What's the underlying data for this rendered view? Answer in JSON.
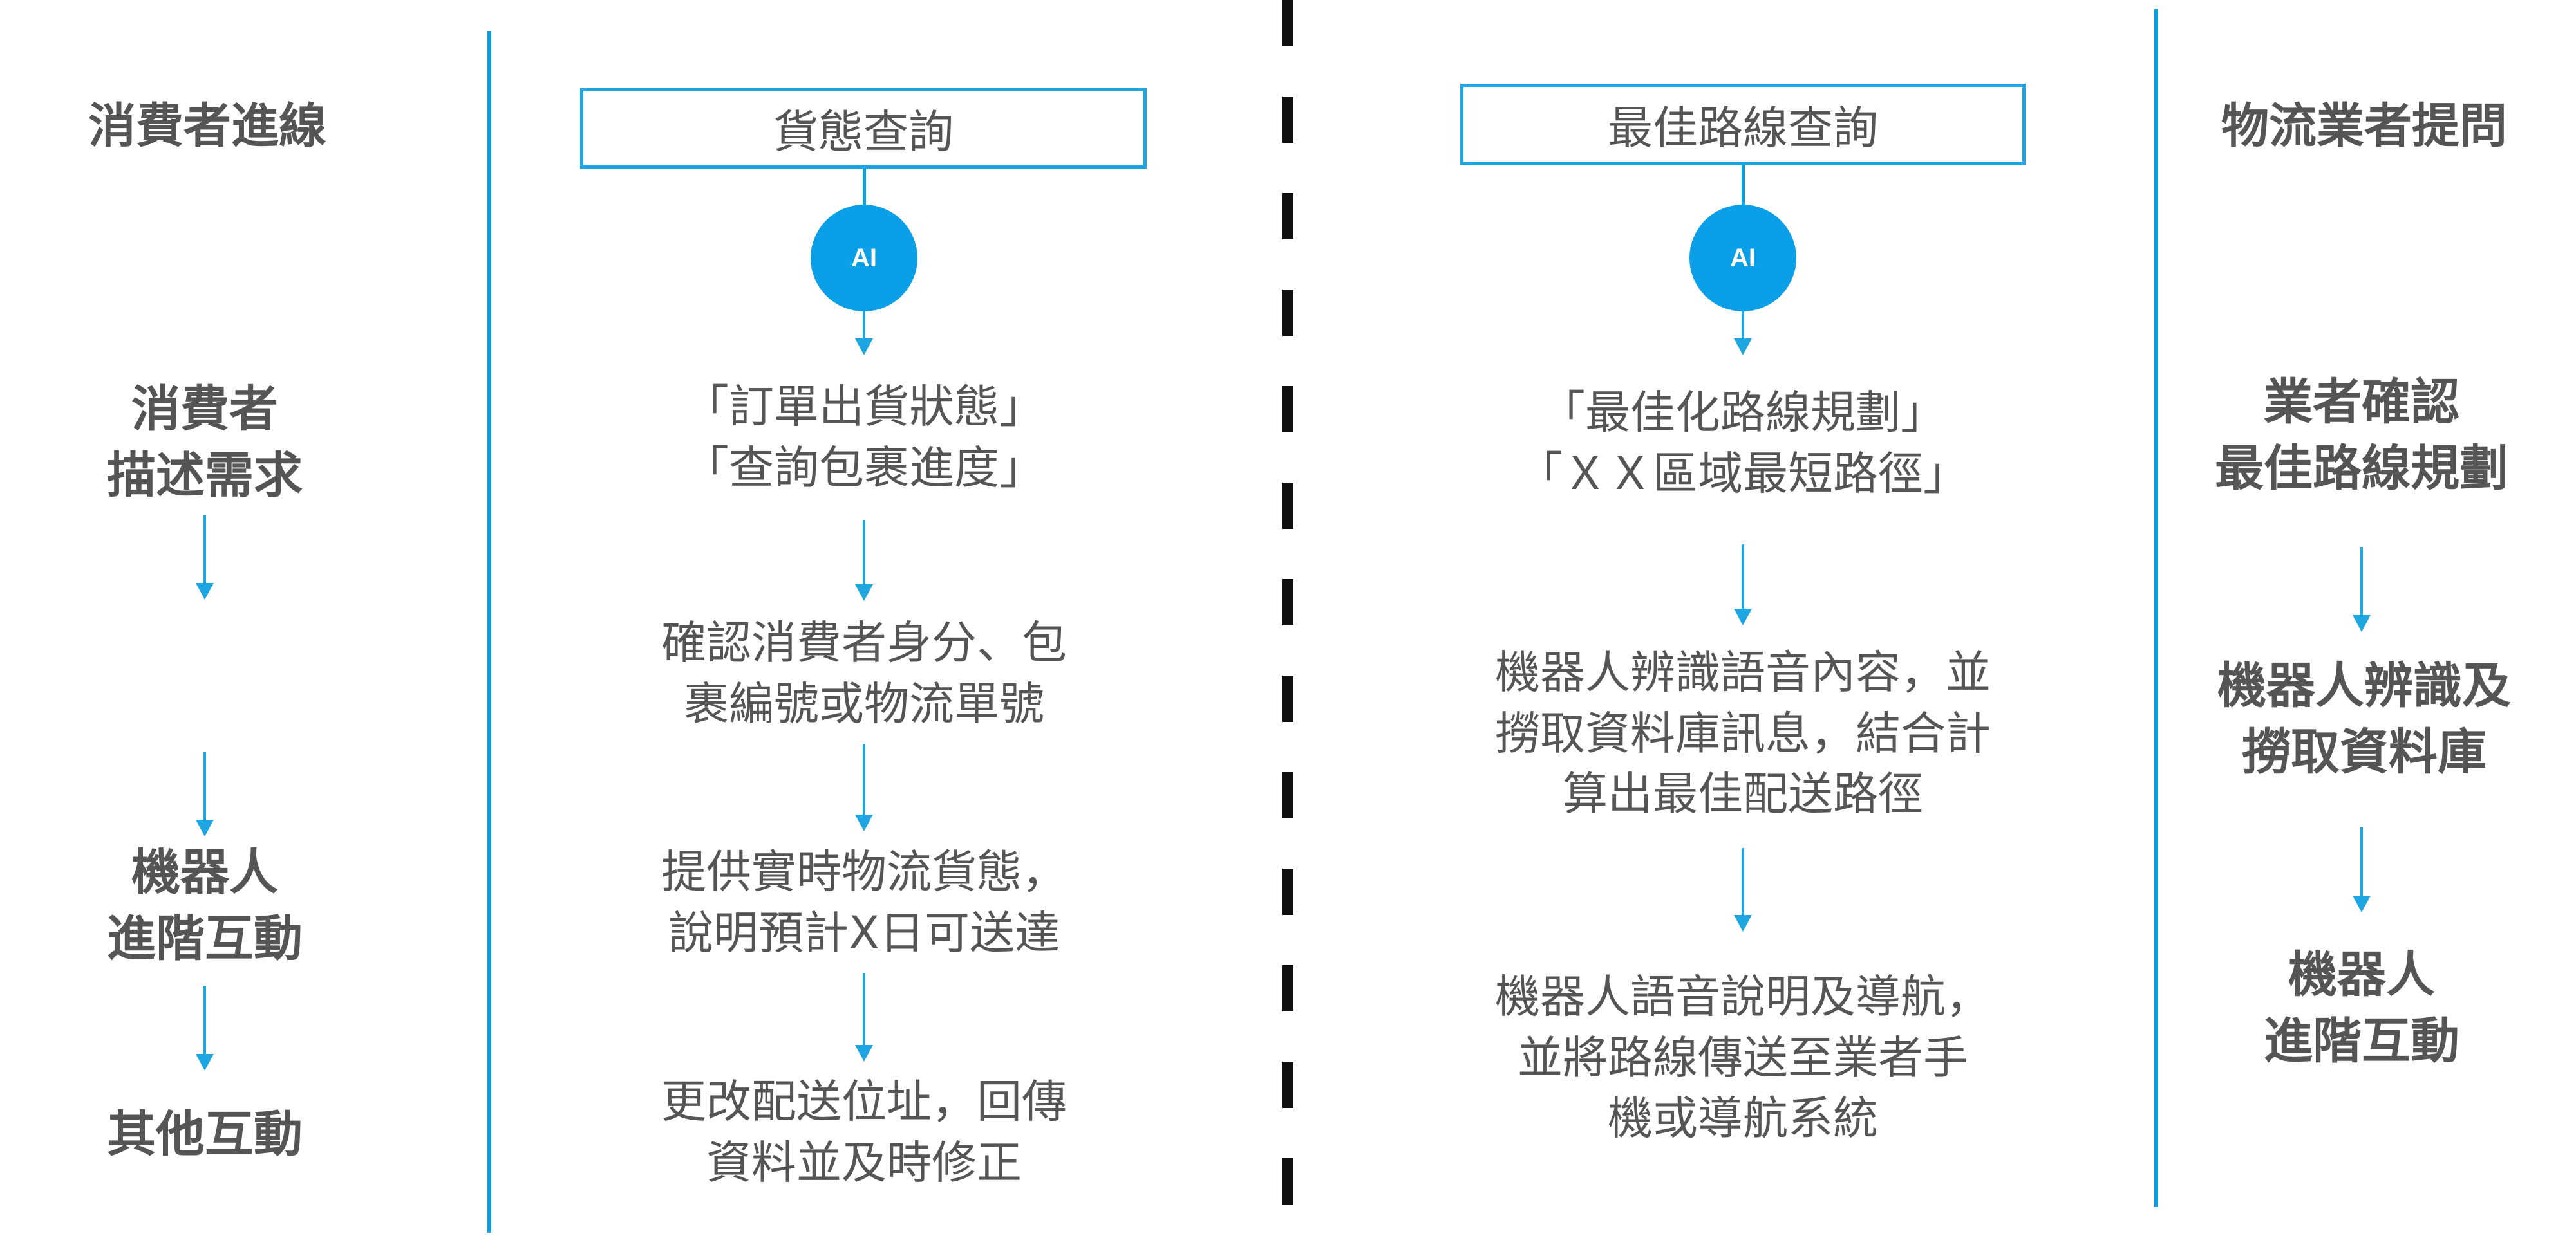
{
  "left": {
    "title": "消費者進線",
    "steps": [
      [
        "消費者",
        "描述需求"
      ],
      [
        "機器人",
        "進階互動"
      ],
      [
        "其他互動"
      ]
    ]
  },
  "consumer_flow": {
    "box": "貨態查詢",
    "ai": "AI",
    "steps": [
      [
        "「訂單出貨狀態」",
        "「查詢包裹進度」"
      ],
      [
        "確認消費者身分、包",
        "裹編號或物流單號"
      ],
      [
        "提供實時物流貨態，",
        "說明預計X日可送達"
      ],
      [
        "更改配送位址，回傳",
        "資料並及時修正"
      ]
    ]
  },
  "logistics_flow": {
    "box": "最佳路線查詢",
    "ai": "AI",
    "steps": [
      [
        "「最佳化路線規劃」",
        "「ＸＸ區域最短路徑」"
      ],
      [
        "機器人辨識語音內容，並",
        "撈取資料庫訊息，結合計",
        "算出最佳配送路徑"
      ],
      [
        "機器人語音說明及導航，",
        "並將路線傳送至業者手",
        "機或導航系統"
      ]
    ]
  },
  "right": {
    "title": "物流業者提問",
    "steps": [
      [
        "業者確認",
        "最佳路線規劃"
      ],
      [
        "機器人辨識及",
        "撈取資料庫"
      ],
      [
        "機器人",
        "進階互動"
      ]
    ]
  },
  "colors": {
    "accent": "#0a9fe6",
    "text": "#555555",
    "divider": "#111111"
  }
}
